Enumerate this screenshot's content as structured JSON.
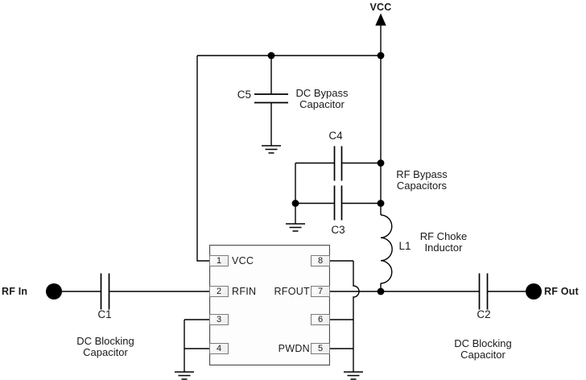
{
  "power": {
    "vcc": "VCC"
  },
  "ports": {
    "rf_in": "RF In",
    "rf_out": "RF Out"
  },
  "components": {
    "c1": {
      "ref": "C1",
      "caption": [
        "DC Blocking",
        "Capacitor"
      ]
    },
    "c2": {
      "ref": "C2",
      "caption": [
        "DC Blocking",
        "Capacitor"
      ]
    },
    "c3": {
      "ref": "C3"
    },
    "c4": {
      "ref": "C4"
    },
    "rf_bypass_caption": [
      "RF Bypass",
      "Capacitors"
    ],
    "c5": {
      "ref": "C5",
      "caption": [
        "DC Bypass",
        "Capacitor"
      ]
    },
    "l1": {
      "ref": "L1",
      "caption": [
        "RF Choke",
        "Inductor"
      ]
    }
  },
  "ic": {
    "pins": [
      {
        "num": "1",
        "label": "VCC",
        "side": "left"
      },
      {
        "num": "2",
        "label": "RFIN",
        "side": "left"
      },
      {
        "num": "3",
        "label": "",
        "side": "left"
      },
      {
        "num": "4",
        "label": "",
        "side": "left"
      },
      {
        "num": "8",
        "label": "",
        "side": "right"
      },
      {
        "num": "7",
        "label": "RFOUT",
        "side": "right"
      },
      {
        "num": "6",
        "label": "",
        "side": "right"
      },
      {
        "num": "5",
        "label": "PWDN",
        "side": "right"
      }
    ]
  },
  "colors": {
    "wire": "#000000",
    "text": "#1a1a1a",
    "ic_border": "#4d4d4d",
    "pin_border": "#7a7a7a"
  }
}
